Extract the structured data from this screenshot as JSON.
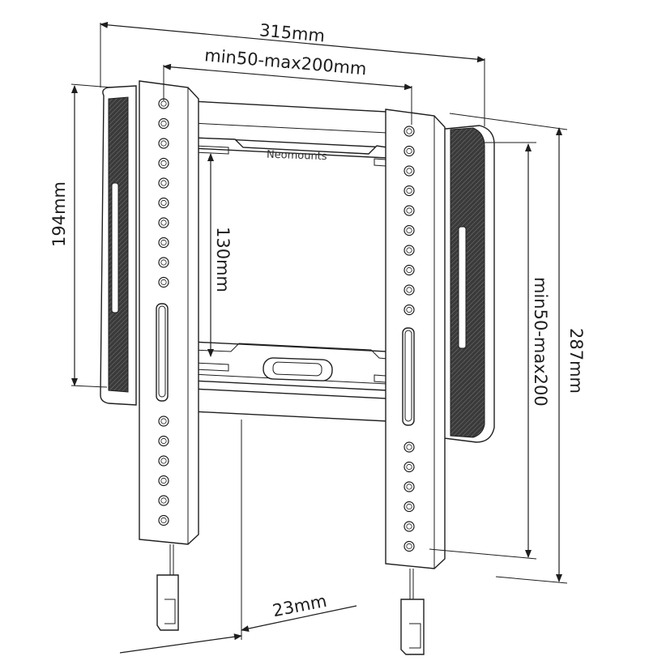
{
  "brand_logo": "Neomounts",
  "dimensions": {
    "overall_width": "315mm",
    "vesa_horizontal": "min50-max200mm",
    "pad_height": "194mm",
    "vesa_vertical_short": "130mm",
    "vesa_vertical": "min50-max200",
    "overall_height": "287mm",
    "wall_distance": "23mm"
  },
  "colors": {
    "line": "#1e1e1e",
    "pad": "#2a2a2a",
    "background": "#ffffff"
  }
}
